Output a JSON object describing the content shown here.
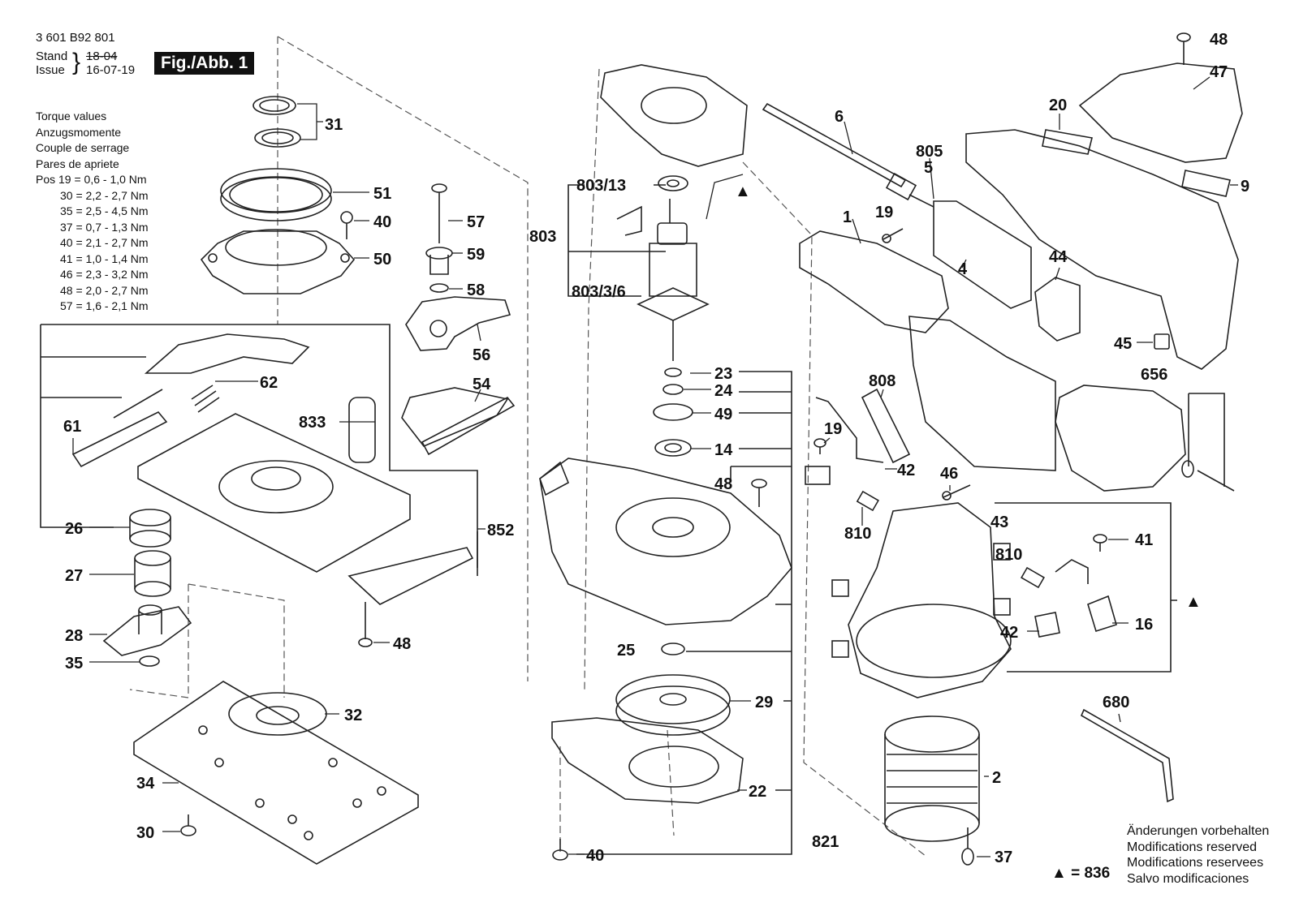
{
  "header": {
    "part_number": "3 601 B92 801",
    "stand_label": "Stand",
    "issue_label": "Issue",
    "brace": "}",
    "old_date": "18-04",
    "date": "16-07-19",
    "figure_label": "Fig./Abb. 1"
  },
  "torque": {
    "titles": [
      "Torque values",
      "Anzugsmomente",
      "Couple de serrage",
      "Pares de apriete"
    ],
    "prefix": "Pos",
    "values": [
      "19 = 0,6 - 1,0 Nm",
      "30 = 2,2 - 2,7 Nm",
      "35 = 2,5 - 4,5 Nm",
      "37 = 0,7 - 1,3 Nm",
      "40 = 2,1 - 2,7 Nm",
      "41 = 1,0 - 1,4 Nm",
      "46 = 2,3 - 3,2 Nm",
      "48 = 2,0 - 2,7 Nm",
      "57 = 1,6 - 2,1 Nm"
    ]
  },
  "notes": [
    "Änderungen vorbehalten",
    "Modifications reserved",
    "Modifications reservees",
    "Salvo modificaciones"
  ],
  "legend": {
    "symbol": "▲",
    "text": "= 836"
  },
  "callouts": [
    {
      "id": "c31",
      "text": "31"
    },
    {
      "id": "c51",
      "text": "51"
    },
    {
      "id": "c40a",
      "text": "40"
    },
    {
      "id": "c50",
      "text": "50"
    },
    {
      "id": "c57",
      "text": "57"
    },
    {
      "id": "c59",
      "text": "59"
    },
    {
      "id": "c58",
      "text": "58"
    },
    {
      "id": "c56",
      "text": "56"
    },
    {
      "id": "c54",
      "text": "54"
    },
    {
      "id": "c62",
      "text": "62"
    },
    {
      "id": "c61",
      "text": "61"
    },
    {
      "id": "c833",
      "text": "833"
    },
    {
      "id": "c26",
      "text": "26"
    },
    {
      "id": "c852",
      "text": "852"
    },
    {
      "id": "c27",
      "text": "27"
    },
    {
      "id": "c28",
      "text": "28"
    },
    {
      "id": "c35",
      "text": "35"
    },
    {
      "id": "c48a",
      "text": "48"
    },
    {
      "id": "c32",
      "text": "32"
    },
    {
      "id": "c34",
      "text": "34"
    },
    {
      "id": "c30",
      "text": "30"
    },
    {
      "id": "c80313",
      "text": "803/13"
    },
    {
      "id": "c803",
      "text": "803"
    },
    {
      "id": "c80336",
      "text": "803/3/6"
    },
    {
      "id": "c23",
      "text": "23"
    },
    {
      "id": "c24",
      "text": "24"
    },
    {
      "id": "c49",
      "text": "49"
    },
    {
      "id": "c14",
      "text": "14"
    },
    {
      "id": "c48b",
      "text": "48"
    },
    {
      "id": "c25",
      "text": "25"
    },
    {
      "id": "c29",
      "text": "29"
    },
    {
      "id": "c22",
      "text": "22"
    },
    {
      "id": "c40b",
      "text": "40"
    },
    {
      "id": "c821",
      "text": "821"
    },
    {
      "id": "c6",
      "text": "6"
    },
    {
      "id": "c805",
      "text": "805"
    },
    {
      "id": "c5",
      "text": "5"
    },
    {
      "id": "c1",
      "text": "1"
    },
    {
      "id": "c19a",
      "text": "19"
    },
    {
      "id": "c4",
      "text": "4"
    },
    {
      "id": "c20",
      "text": "20"
    },
    {
      "id": "c48c",
      "text": "48"
    },
    {
      "id": "c47",
      "text": "47"
    },
    {
      "id": "c9",
      "text": "9"
    },
    {
      "id": "c44",
      "text": "44"
    },
    {
      "id": "c45",
      "text": "45"
    },
    {
      "id": "c656",
      "text": "656"
    },
    {
      "id": "c808",
      "text": "808"
    },
    {
      "id": "c19b",
      "text": "19"
    },
    {
      "id": "c42a",
      "text": "42"
    },
    {
      "id": "c46",
      "text": "46"
    },
    {
      "id": "c810a",
      "text": "810"
    },
    {
      "id": "c43",
      "text": "43"
    },
    {
      "id": "c41",
      "text": "41"
    },
    {
      "id": "c810b",
      "text": "810"
    },
    {
      "id": "c16",
      "text": "16"
    },
    {
      "id": "c42b",
      "text": "42"
    },
    {
      "id": "c680",
      "text": "680"
    },
    {
      "id": "c2",
      "text": "2"
    },
    {
      "id": "c37",
      "text": "37"
    }
  ],
  "markers": {
    "triangle": "▲"
  }
}
